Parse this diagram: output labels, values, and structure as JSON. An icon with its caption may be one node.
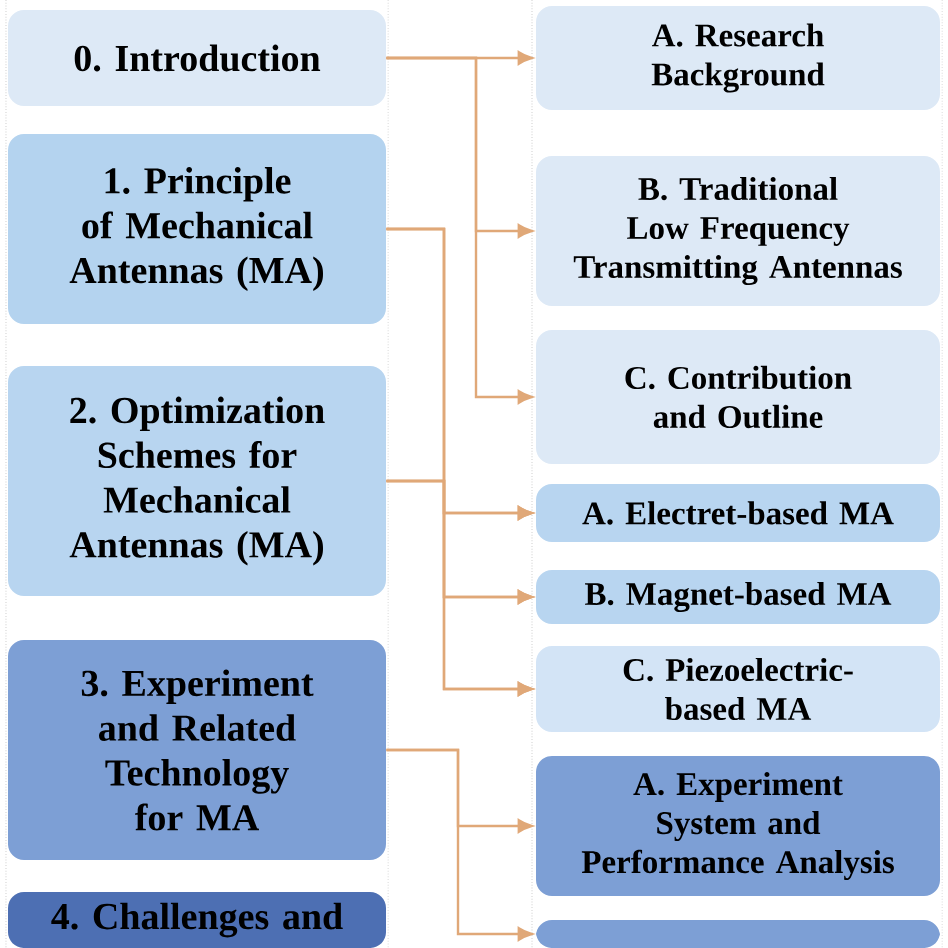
{
  "diagram": {
    "nodes": [
      {
        "text": [
          "0. Introduction"
        ]
      },
      {
        "text": [
          "1. Principle of Mechanical Antennas (MA)"
        ]
      },
      {
        "text": [
          "2. Optimization Schemes for Mechanical Antennas (MA)"
        ]
      },
      {
        "text": [
          "3. Experiment and Related Technology for MA"
        ]
      },
      {
        "text": [
          "4. Challenges and"
        ]
      },
      {
        "text": [
          "A. Research Background"
        ]
      },
      {
        "text": [
          "B. Traditional Low Frequency Transmitting Antennas"
        ]
      },
      {
        "text": [
          "C. Contribution and Outline"
        ]
      },
      {
        "text": [
          "A. Electret-based MA"
        ]
      },
      {
        "text": [
          "B. Magnet-based MA"
        ]
      },
      {
        "text": [
          "C. Piezoelectric-based MA"
        ]
      },
      {
        "text": [
          "A. Experiment System and Performance Analysis"
        ]
      },
      {
        "text": [],
        "shape": "box"
      }
    ],
    "edges": [
      {
        "from": 0,
        "to": 5,
        "arrow": "to"
      },
      {
        "from": 0,
        "to": 6,
        "arrow": "to"
      },
      {
        "from": 0,
        "to": 7,
        "arrow": "to"
      },
      {
        "from": 1,
        "to": 8,
        "arrow": "to"
      },
      {
        "from": 1,
        "to": 9,
        "arrow": "to"
      },
      {
        "from": 1,
        "to": 10,
        "arrow": "to"
      },
      {
        "from": 2,
        "to": 8,
        "arrow": "to"
      },
      {
        "from": 2,
        "to": 9,
        "arrow": "to"
      },
      {
        "from": 2,
        "to": 10,
        "arrow": "to"
      },
      {
        "from": 3,
        "to": 11,
        "arrow": "to"
      },
      {
        "from": 3,
        "to": 12,
        "arrow": "to"
      }
    ]
  }
}
